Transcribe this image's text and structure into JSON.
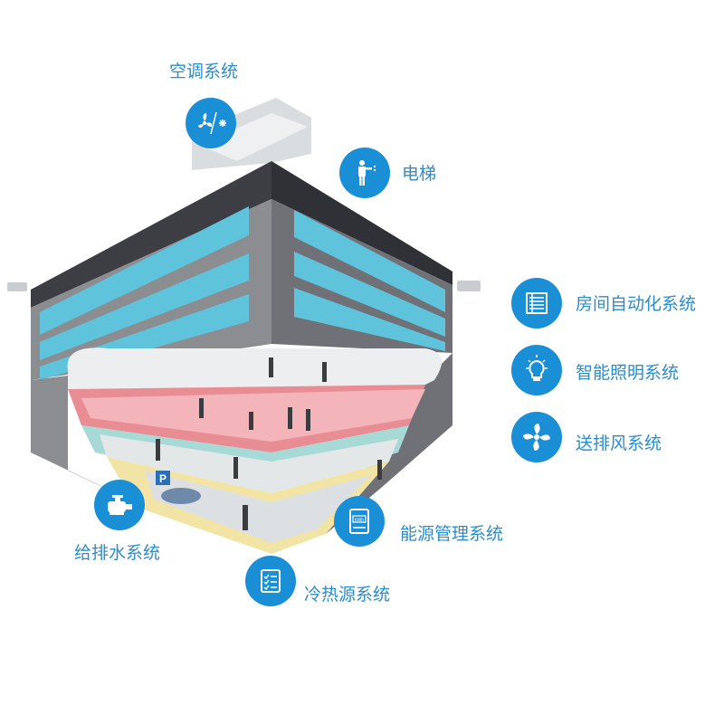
{
  "colors": {
    "accent": "#1a8fd6",
    "label_text": "#2a8cc9",
    "facade_dark": "#3c3e44",
    "facade_gray": "#8b8d91",
    "glass": "#5ec3db",
    "floor_pink": "#e98d95",
    "floor_teal": "#a7dad7",
    "floor_yellow": "#f1e4a5"
  },
  "systems": [
    {
      "id": "ac",
      "label": "空调系统",
      "icon": "fan-snowflake-icon"
    },
    {
      "id": "elevator",
      "label": "电梯",
      "icon": "person-elevator-icon"
    },
    {
      "id": "room",
      "label": "房间自动化系统",
      "icon": "room-panel-icon"
    },
    {
      "id": "lighting",
      "label": "智能照明系统",
      "icon": "lightbulb-icon"
    },
    {
      "id": "ventilation",
      "label": "送排风系统",
      "icon": "fan-icon"
    },
    {
      "id": "energy",
      "label": "能源管理系统",
      "icon": "kwh-meter-icon"
    },
    {
      "id": "water",
      "label": "给排水系统",
      "icon": "water-pump-icon"
    },
    {
      "id": "cooling",
      "label": "冷热源系统",
      "icon": "checklist-icon"
    }
  ],
  "parking_sign": "P",
  "meter_unit": "kWh"
}
